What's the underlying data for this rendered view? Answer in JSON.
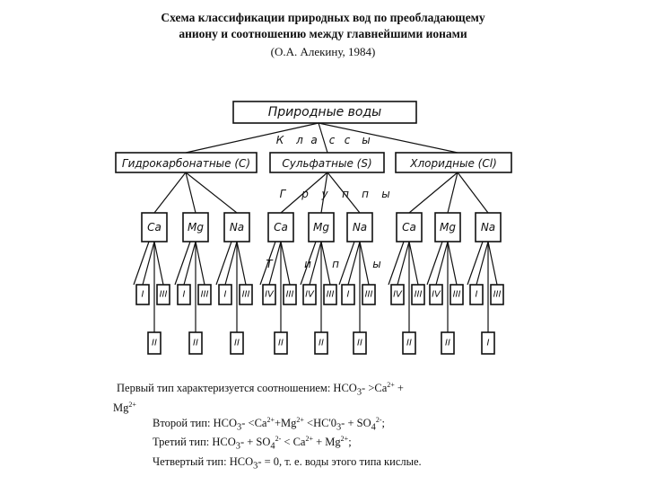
{
  "title": {
    "line1": "Схема классификации природных вод по преобладающему",
    "line2": "аниону и соотношению между главнейшими ионами",
    "citation": "(О.А. Алекину, 1984)"
  },
  "diagram": {
    "root": "Природные воды",
    "classes_label": [
      "К",
      "л",
      "а",
      "с",
      "с",
      "ы"
    ],
    "groups_label": [
      "Г",
      "р",
      "у",
      "п",
      "п",
      "ы"
    ],
    "types_label": [
      "Т",
      "и",
      "п",
      "ы"
    ],
    "classes": [
      {
        "name": "Гидрокарбонатные (C)",
        "groups": [
          {
            "name": "Ca",
            "types_top": [
              "I",
              "III"
            ],
            "types_bottom": [
              "II"
            ]
          },
          {
            "name": "Mg",
            "types_top": [
              "I",
              "III"
            ],
            "types_bottom": [
              "II"
            ]
          },
          {
            "name": "Na",
            "types_top": [
              "I",
              "III"
            ],
            "types_bottom": [
              "II"
            ]
          }
        ]
      },
      {
        "name": "Сульфатные (S)",
        "groups": [
          {
            "name": "Ca",
            "types_top": [
              "IV",
              "III"
            ],
            "types_bottom": [
              "II"
            ]
          },
          {
            "name": "Mg",
            "types_top": [
              "IV",
              "III"
            ],
            "types_bottom": [
              "II"
            ]
          },
          {
            "name": "Na",
            "types_top": [
              "I",
              "III"
            ],
            "types_bottom": [
              "II"
            ]
          }
        ]
      },
      {
        "name": "Хлоридные (Cl)",
        "groups": [
          {
            "name": "Ca",
            "types_top": [
              "IV",
              "III"
            ],
            "types_bottom": [
              "II"
            ]
          },
          {
            "name": "Mg",
            "types_top": [
              "IV",
              "III"
            ],
            "types_bottom": [
              "II"
            ]
          },
          {
            "name": "Na",
            "types_top": [
              "I",
              "III"
            ],
            "types_bottom": [
              "I"
            ]
          }
        ]
      }
    ]
  },
  "notes": {
    "t1": {
      "prefix": "Первый тип характеризуется соотношением: НСО",
      "sub1": "3",
      "mid": "- >Ca",
      "sup1": "2+",
      "plus": " + ",
      "cont": "Mg",
      "sup2": "2+"
    },
    "t2": {
      "prefix": "Второй тип: НСО",
      "sub1": "3",
      "a": "- <Ca",
      "sup1": "2+",
      "b": "+Mg",
      "sup2": "2+",
      "c": " <НС'0",
      "sub2": "3",
      "d": "- + SO",
      "sub3": "4",
      "sup3": "2-",
      "e": ";"
    },
    "t3": {
      "prefix": "Третий тип: НСО",
      "sub1": "3",
      "a": "- + SO",
      "sub2": "4",
      "sup1": "2-",
      "b": " < Ca",
      "sup2": "2+",
      "c": " + Mg",
      "sup3": "2+",
      "d": ";"
    },
    "t4": {
      "prefix": "Четвертый тип: НСО",
      "sub1": "3",
      "a": "- = 0, т. е. воды этого типа кислые."
    }
  }
}
